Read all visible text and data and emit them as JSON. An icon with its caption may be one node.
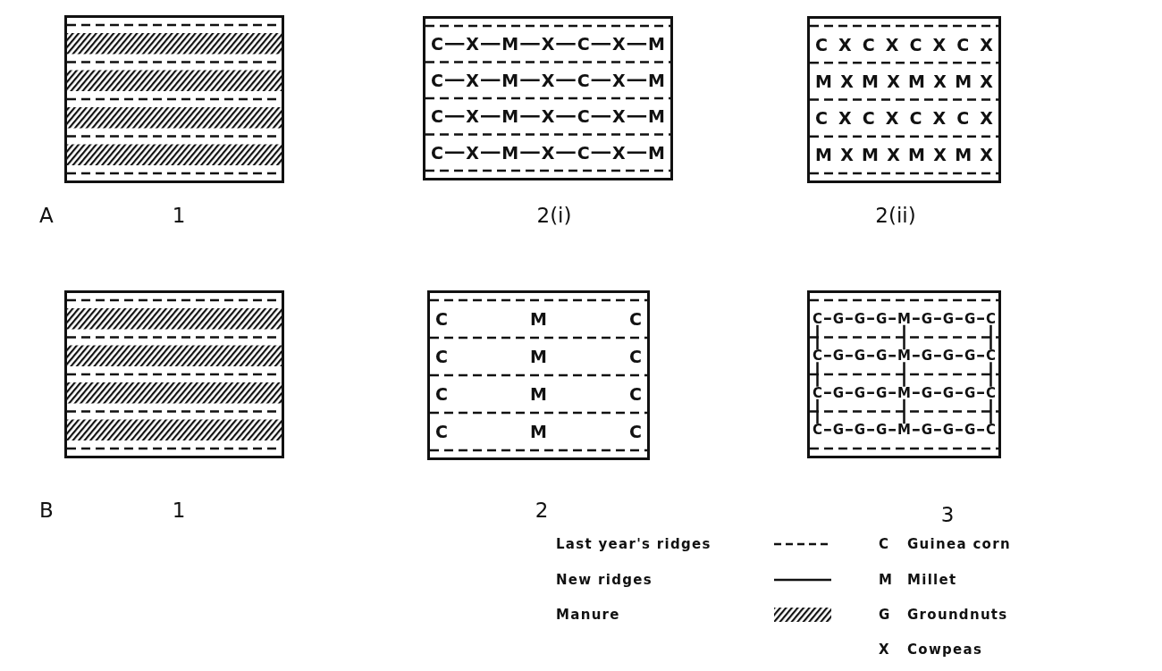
{
  "diagram": {
    "nodes": [
      {
        "text": [],
        "shape": "box",
        "beside": [
          "1"
        ]
      },
      {
        "text": [
          "C X M X C X M",
          "C X M X C X M",
          "C X M X C X M",
          "C X M X C X M"
        ],
        "beside": [
          "2(i)"
        ]
      },
      {
        "text": [
          "C X C X C X C X",
          "M X M X M X M X",
          "C X C X C X C X",
          "M X M X M X M X"
        ],
        "beside": [
          "2(ii)"
        ]
      },
      {
        "text": [],
        "shape": "box",
        "beside": [
          "1"
        ]
      },
      {
        "text": [
          "C M C",
          "C M C",
          "C M C",
          "C M C"
        ],
        "beside": [
          "2"
        ]
      },
      {
        "text": [
          "C G G G M G G G C",
          "C G G G M G G G C",
          "C G G G M G G G C",
          "C G G G M G G G C"
        ],
        "beside": [
          "3"
        ]
      }
    ],
    "edges": [],
    "labels": [
      "A",
      "B",
      "C",
      "Guinea corn",
      "M",
      "Millet",
      "G",
      "Groundnuts",
      "X",
      "Cowpeas"
    ],
    "legend": [
      {
        "text": "Last year's ridges"
      },
      {
        "text": "New ridges"
      },
      {
        "text": "Manure"
      }
    ]
  }
}
